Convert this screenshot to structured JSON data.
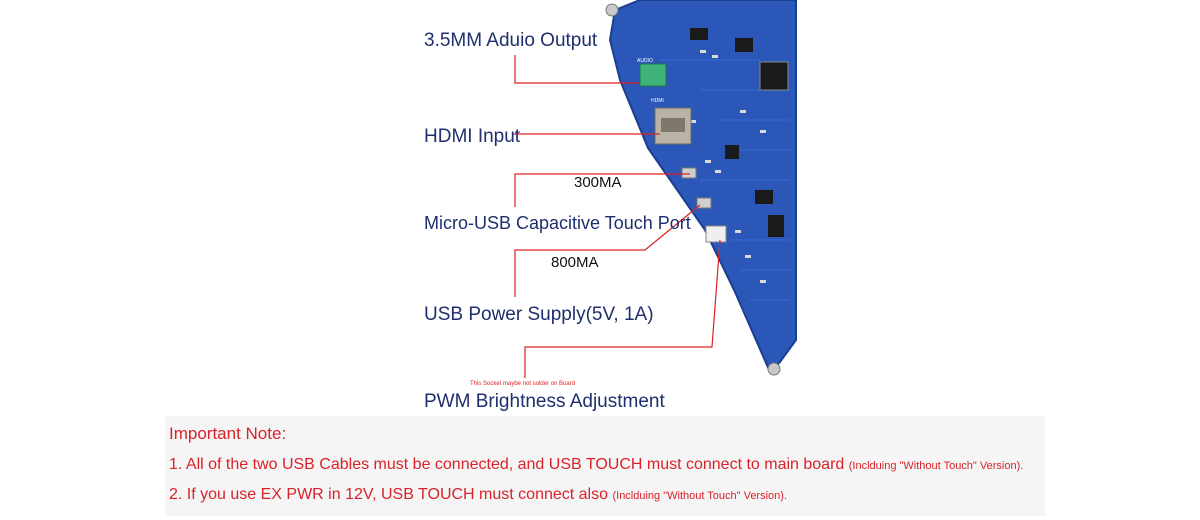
{
  "callouts": {
    "audio_output": "3.5MM Aduio Output",
    "hdmi_input": "HDMI Input",
    "micro_usb_touch": "Micro-USB Capacitive Touch Port",
    "usb_power": "USB Power Supply(5V, 1A)",
    "pwm_brightness": "PWM Brightness Adjustment"
  },
  "currents": {
    "touch": "300MA",
    "power": "800MA"
  },
  "socket_note": "This Socket maybe not solder on Board",
  "board_labels": {
    "audio": "AUDIO",
    "hdmi": "HDMI"
  },
  "notes": {
    "title": "Important Note:",
    "note1_main": "1. All of the two USB Cables must be connected, and USB TOUCH must connect to main board",
    "note1_small": "(Inclduing \"Without Touch\" Version).",
    "note2_main": "2. If you use EX PWR in 12V, USB TOUCH must connect also",
    "note2_small": "(Inclduing \"Without Touch\" Version)."
  },
  "colors": {
    "pcb_blue": "#2a57b8",
    "callout_text": "#1f2f6e",
    "leader_red": "#e02020",
    "note_red": "#d9222a"
  }
}
